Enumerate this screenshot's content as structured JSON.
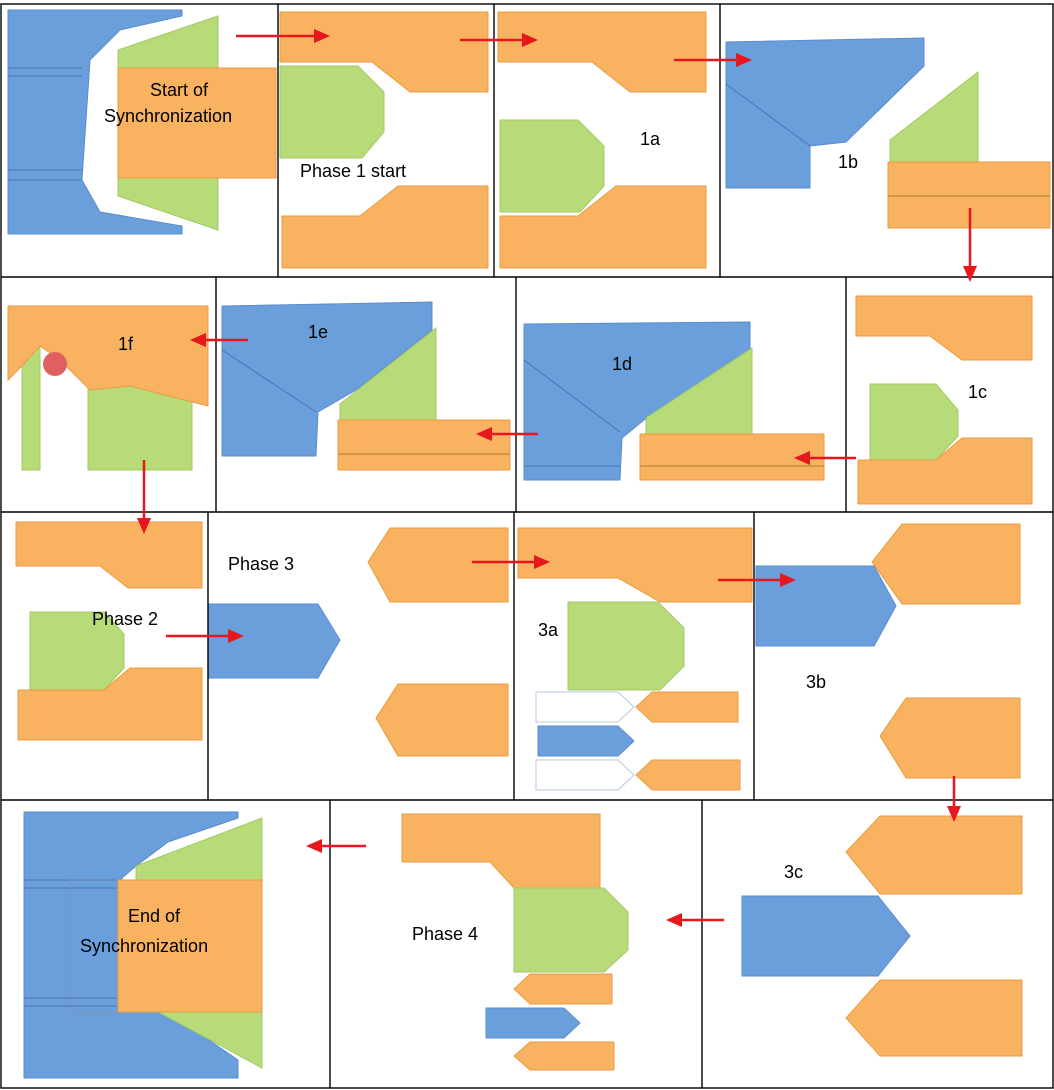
{
  "labels": {
    "start": [
      "Start of",
      "Synchronization"
    ],
    "phase1_start": "Phase 1 start",
    "s1a": "1a",
    "s1b": "1b",
    "s1c": "1c",
    "s1d": "1d",
    "s1e": "1e",
    "s1f": "1f",
    "phase2": "Phase 2",
    "phase3": "Phase 3",
    "s3a": "3a",
    "s3b": "3b",
    "s3c": "3c",
    "phase4": "Phase 4",
    "end": [
      "End of",
      "Synchronization"
    ]
  },
  "colors": {
    "blue": "#6a9fdc",
    "orange": "#f8b260",
    "green": "#b8db79",
    "arrow": "#e8161d",
    "marker": "#e06060"
  }
}
